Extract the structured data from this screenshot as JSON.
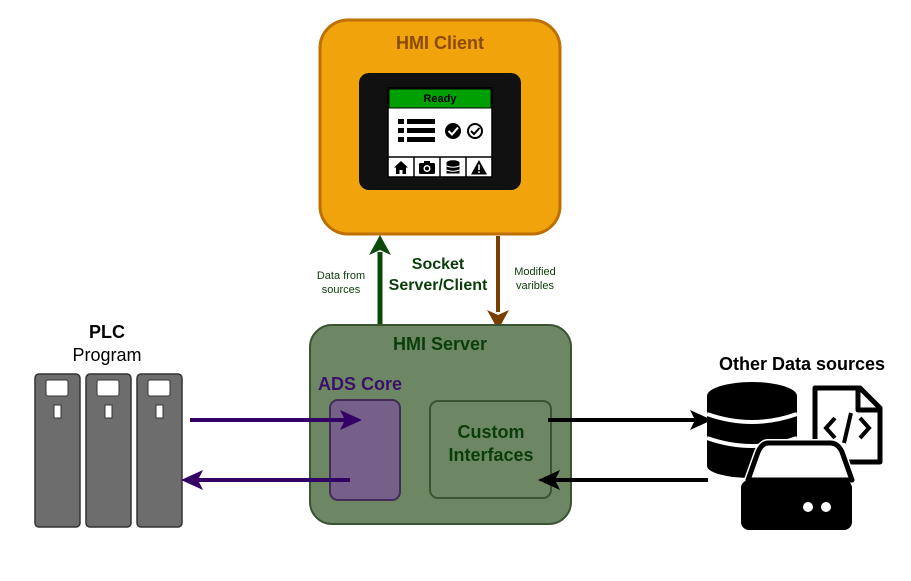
{
  "hmi_client": {
    "title": "HMI Client",
    "screen_status": "Ready",
    "screen_icons": [
      "list-icon",
      "check-circle-icon",
      "check-circle-icon"
    ],
    "screen_buttons": [
      "home-icon",
      "camera-icon",
      "database-icon",
      "warning-icon"
    ]
  },
  "links": {
    "data_from_sources_line1": "Data from",
    "data_from_sources_line2": "sources",
    "socket_line1": "Socket",
    "socket_line2": "Server/Client",
    "modified_line1": "Modified",
    "modified_line2": "varibles"
  },
  "hmi_server": {
    "title": "HMI Server",
    "ads_core": "ADS Core",
    "custom_line1": "Custom",
    "custom_line2": "Interfaces"
  },
  "plc": {
    "title": "PLC",
    "subtitle": "Program"
  },
  "other_sources": {
    "title": "Other Data sources"
  },
  "colors": {
    "client_fill": "#f0a30a",
    "client_stroke": "#bd7000",
    "client_title": "#8a4b08",
    "server_fill": "#6d8764",
    "server_stroke": "#3a5431",
    "server_title": "#0b3d0b",
    "ads_fill": "#76608a",
    "ads_stroke": "#432d57",
    "ads_title": "#3c0f6b",
    "ready_green": "#00a000",
    "arrow_green": "#0b4a0b",
    "arrow_brown": "#7a3e00",
    "arrow_purple": "#330066",
    "plc_fill": "#6d6d6d"
  }
}
